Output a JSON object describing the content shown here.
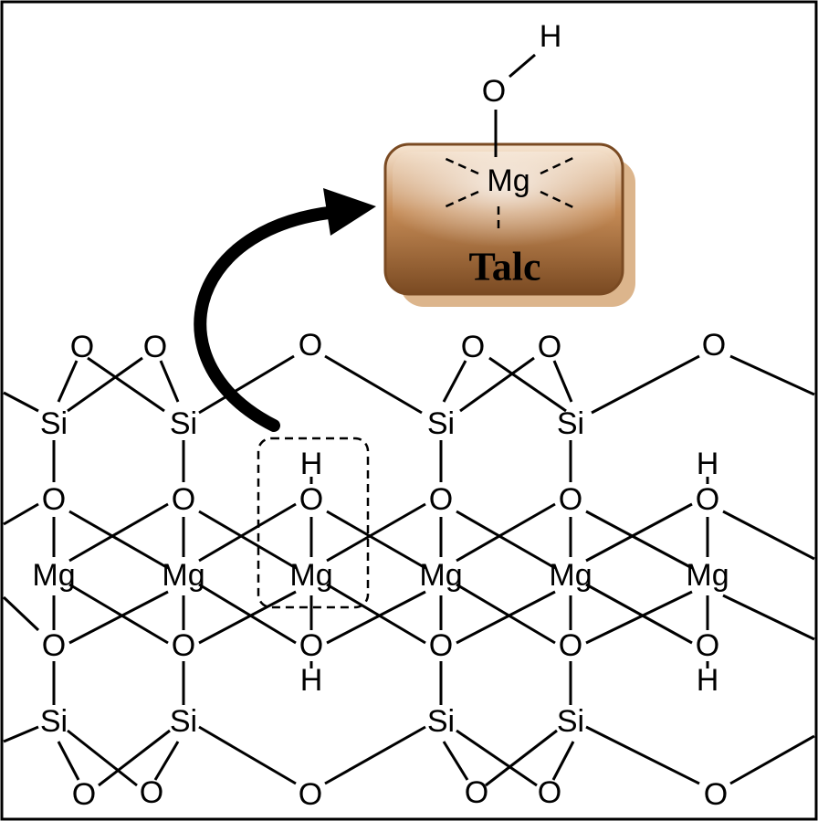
{
  "diagram": {
    "talc_box": {
      "label": "Talc",
      "metal": "Mg",
      "oxygen": "O",
      "hydrogen": "H",
      "fill_light": "#f7e6d3",
      "fill_mid": "#c48a55",
      "fill_dark": "#7a4a22",
      "shadow": "#dcb58c"
    },
    "lattice": {
      "top_si": [
        "Si",
        "Si",
        "Si",
        "Si"
      ],
      "top_o": [
        "O",
        "O",
        "O",
        "O",
        "O",
        "O"
      ],
      "upper_o": [
        "O",
        "O",
        "O",
        "O",
        "O",
        "O"
      ],
      "mg_row": [
        "Mg",
        "Mg",
        "Mg",
        "Mg",
        "Mg",
        "Mg"
      ],
      "lower_o": [
        "O",
        "O",
        "O",
        "O",
        "O",
        "O"
      ],
      "hydroxyl_h": [
        "H",
        "H",
        "H",
        "H"
      ],
      "bottom_si": [
        "Si",
        "Si",
        "Si",
        "Si"
      ],
      "bottom_o": [
        "O",
        "O",
        "O",
        "O",
        "O",
        "O"
      ]
    },
    "arrow_color": "#000000",
    "frame_color": "#000000"
  }
}
